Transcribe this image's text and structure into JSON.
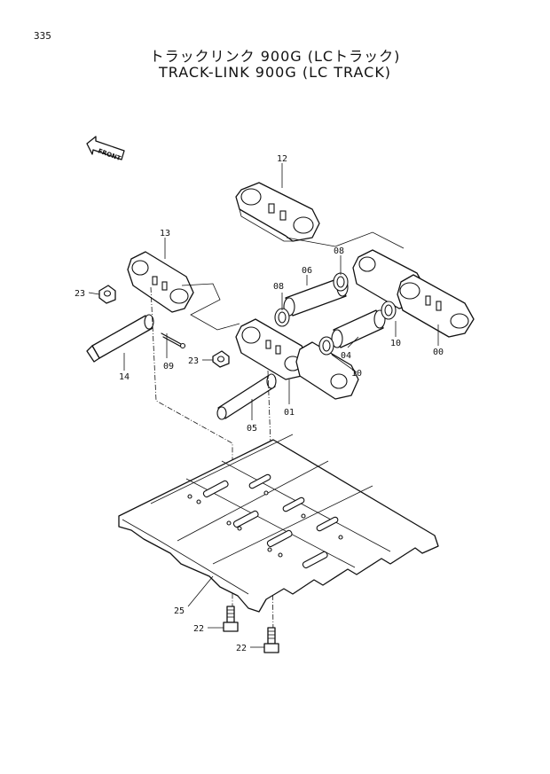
{
  "page_number": "335",
  "title_jp": "トラックリンク 900G (LCトラック)",
  "title_en": "TRACK-LINK 900G (LC TRACK)",
  "front_label": "FRONT",
  "callouts": {
    "c12": "12",
    "c13": "13",
    "c23a": "23",
    "c23b": "23",
    "c08a": "08",
    "c08b": "08",
    "c06": "06",
    "c14": "14",
    "c09": "09",
    "c10a": "10",
    "c10b": "10",
    "c04": "04",
    "c00": "00",
    "c01": "01",
    "c05": "05",
    "c25": "25",
    "c22a": "22",
    "c22b": "22"
  }
}
